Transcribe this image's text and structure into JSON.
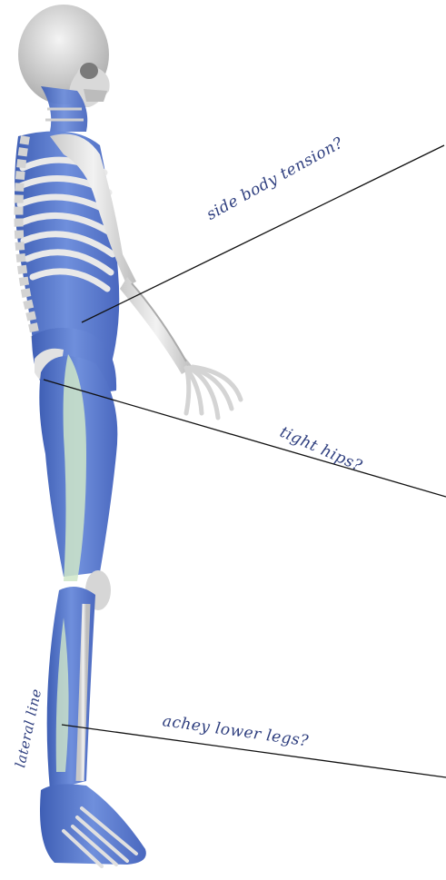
{
  "annotations": {
    "side_body": "side body tension?",
    "hips": "tight hips?",
    "lower_legs": "achey lower legs?",
    "lateral_line": "lateral line"
  },
  "colors": {
    "bone": "#e6e6e6",
    "bone_shade": "#b9b9b9",
    "muscle_blue": "#5f7fd0",
    "muscle_light": "#cfe6c8",
    "label_ink": "#2f3f7f",
    "leader_line": "#111111"
  }
}
